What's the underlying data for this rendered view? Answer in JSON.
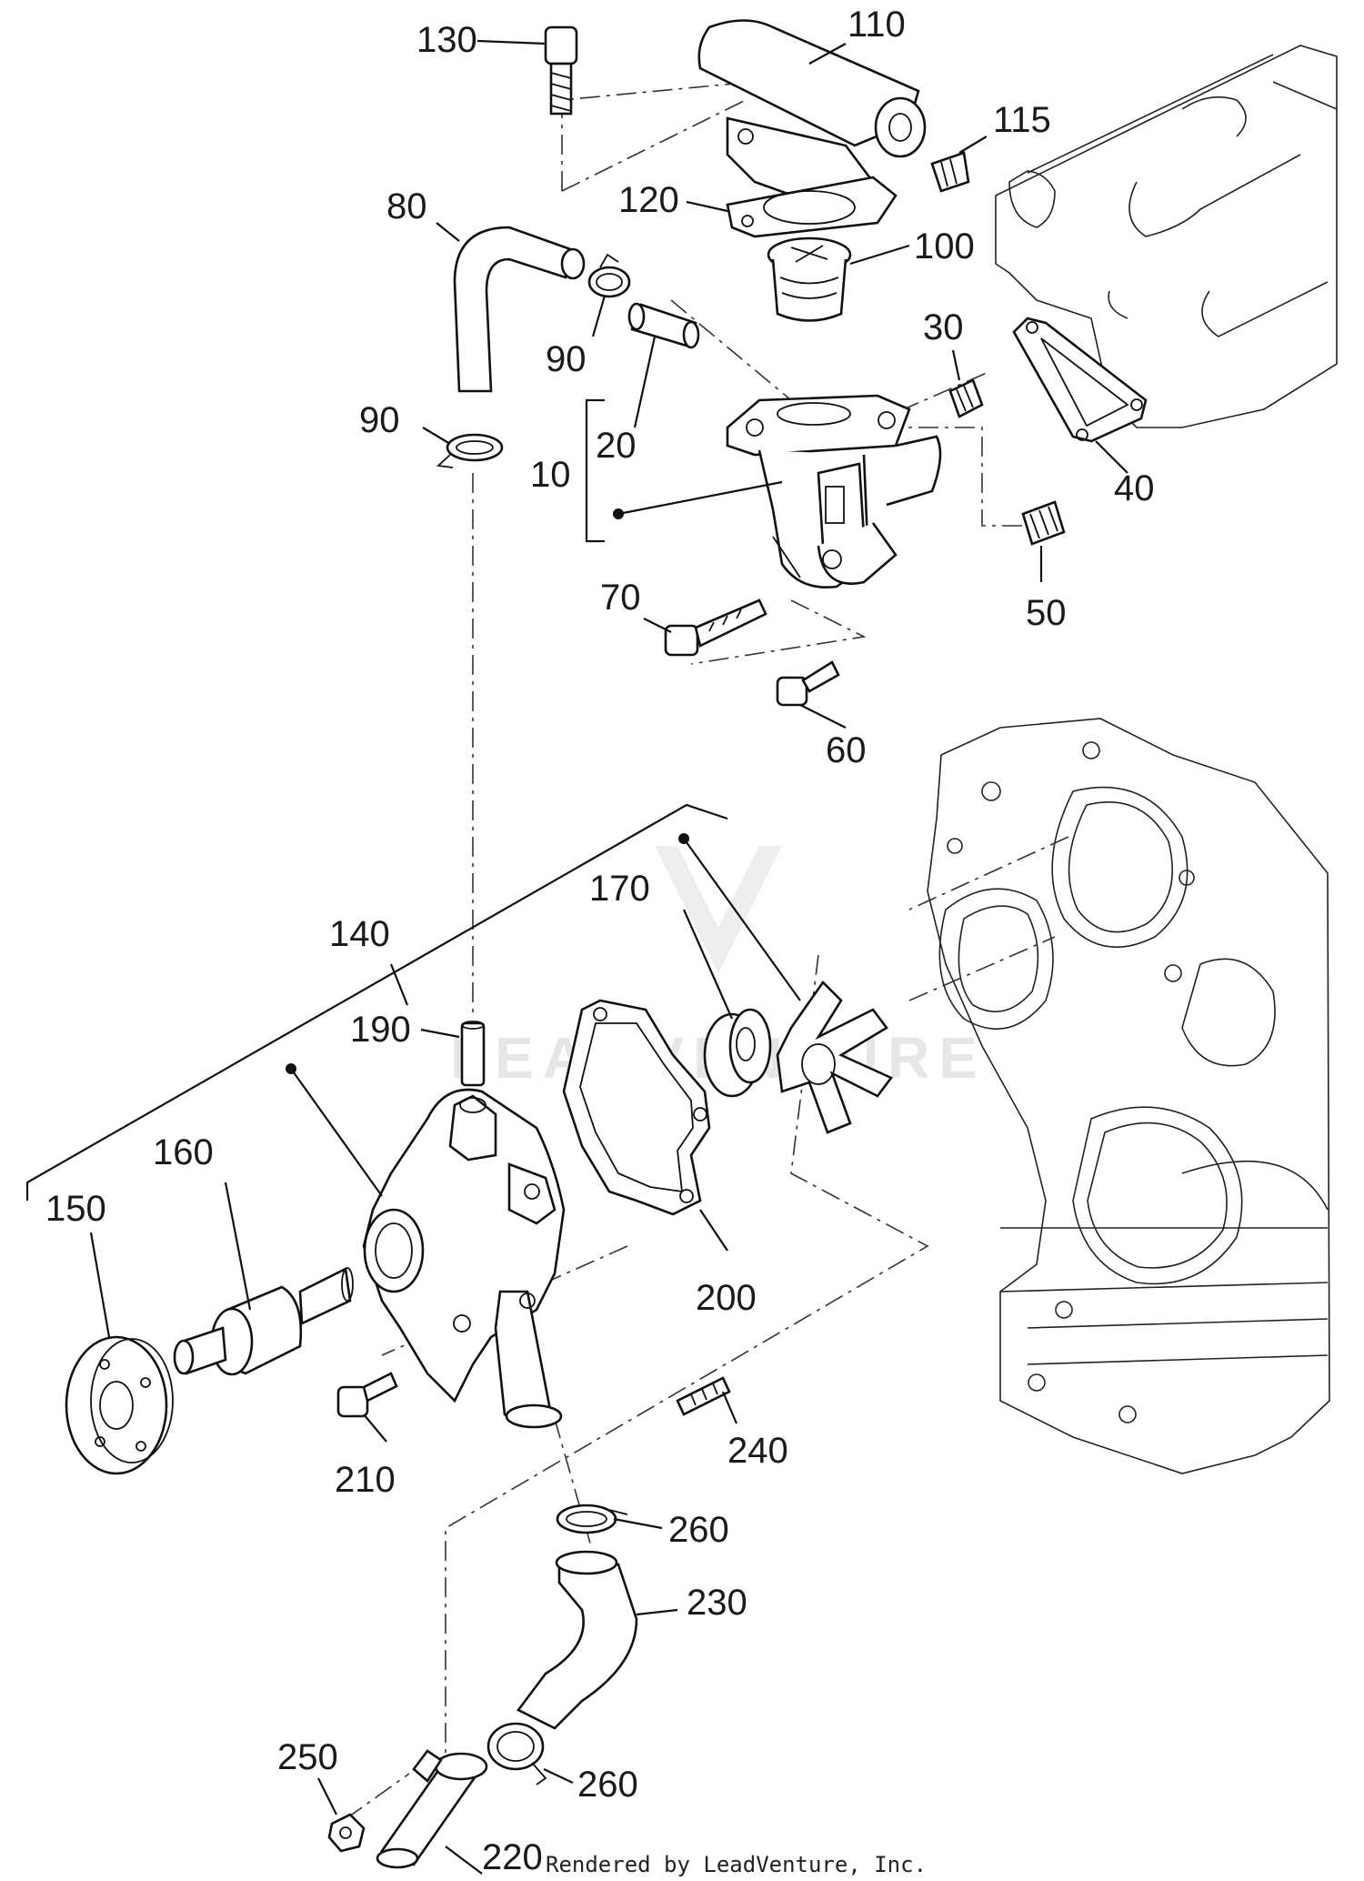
{
  "callouts": [
    {
      "id": "p130",
      "text": "130"
    },
    {
      "id": "p110",
      "text": "110"
    },
    {
      "id": "p115",
      "text": "115"
    },
    {
      "id": "p80",
      "text": "80"
    },
    {
      "id": "p120",
      "text": "120"
    },
    {
      "id": "p100",
      "text": "100"
    },
    {
      "id": "p90a",
      "text": "90"
    },
    {
      "id": "p90b",
      "text": "90"
    },
    {
      "id": "p30",
      "text": "30"
    },
    {
      "id": "p20",
      "text": "20"
    },
    {
      "id": "p10",
      "text": "10"
    },
    {
      "id": "p40",
      "text": "40"
    },
    {
      "id": "p70",
      "text": "70"
    },
    {
      "id": "p50",
      "text": "50"
    },
    {
      "id": "p60",
      "text": "60"
    },
    {
      "id": "p170",
      "text": "170"
    },
    {
      "id": "p140",
      "text": "140"
    },
    {
      "id": "p190",
      "text": "190"
    },
    {
      "id": "p160",
      "text": "160"
    },
    {
      "id": "p150",
      "text": "150"
    },
    {
      "id": "p200",
      "text": "200"
    },
    {
      "id": "p210",
      "text": "210"
    },
    {
      "id": "p240",
      "text": "240"
    },
    {
      "id": "p260a",
      "text": "260"
    },
    {
      "id": "p230",
      "text": "230"
    },
    {
      "id": "p250",
      "text": "250"
    },
    {
      "id": "p260b",
      "text": "260"
    },
    {
      "id": "p220",
      "text": "220"
    }
  ],
  "credit": "Rendered by LeadVenture, Inc.",
  "watermark": "LEADVENTURE"
}
